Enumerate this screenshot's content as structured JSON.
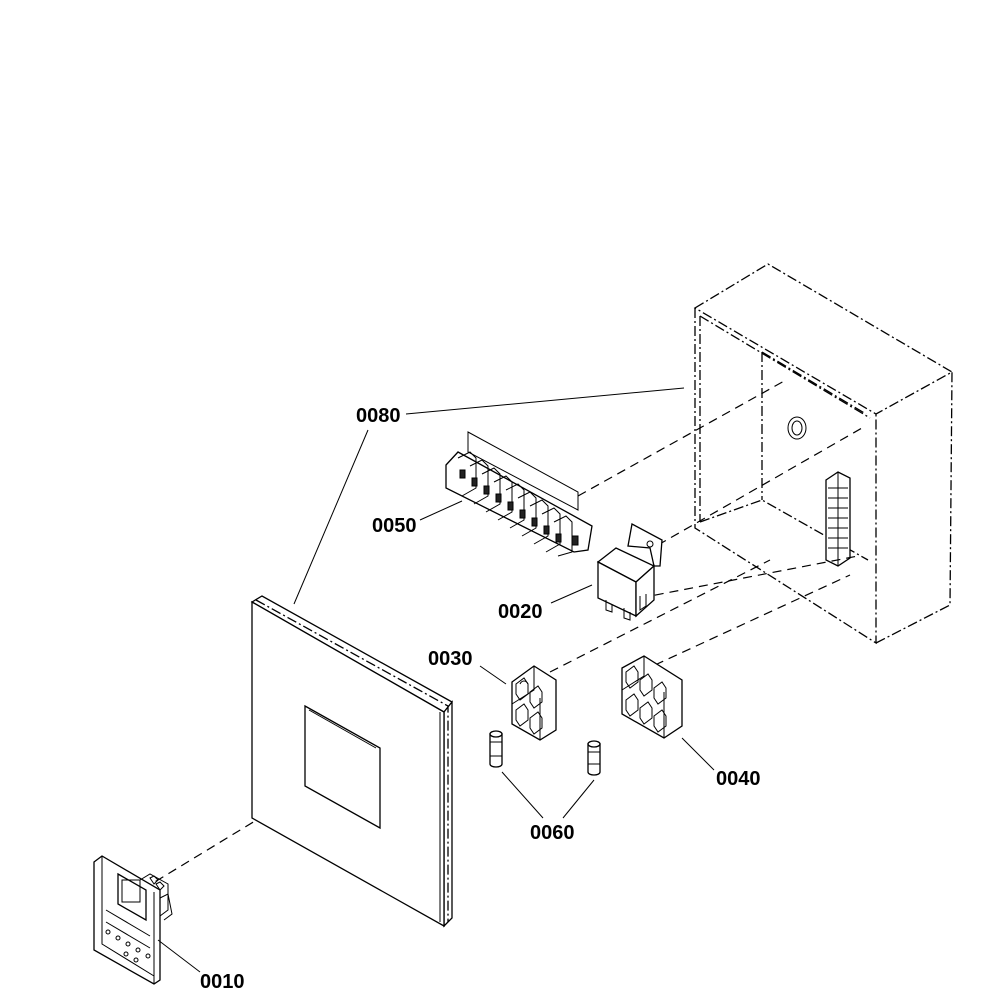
{
  "diagram": {
    "callouts": [
      {
        "id": "control-board",
        "text": "0010"
      },
      {
        "id": "relay",
        "text": "0020"
      },
      {
        "id": "fuse-block-small",
        "text": "0030"
      },
      {
        "id": "fuse-block-large",
        "text": "0040"
      },
      {
        "id": "terminal-strip",
        "text": "0050"
      },
      {
        "id": "fuses",
        "text": "0060"
      },
      {
        "id": "enclosure",
        "text": "0080"
      }
    ]
  }
}
